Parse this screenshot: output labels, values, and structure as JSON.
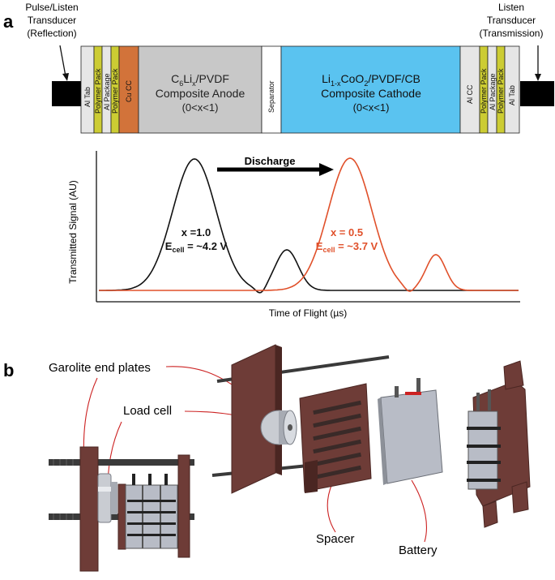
{
  "panel_a": {
    "letter": "a",
    "left_transducer": [
      "Pulse/Listen",
      "Transducer",
      "(Reflection)"
    ],
    "right_transducer": [
      "Listen",
      "Transducer",
      "(Transmission)"
    ],
    "left_layers": [
      "Al Tab",
      "Polymer Pack",
      "Al Package",
      "Polymer Pack",
      "Cu CC"
    ],
    "anode": {
      "line1_main": "C",
      "line1_sub1": "6",
      "line1_mid": "Li",
      "line1_sub2": "x",
      "line1_end": "/PVDF",
      "line2": "Composite Anode",
      "line3": "(0<x<1)"
    },
    "separator": "Separator",
    "cathode": {
      "line1_main": "Li",
      "line1_sub1": "1-x",
      "line1_mid": "CoO",
      "line1_sub2": "2",
      "line1_end": "/PVDF/CB",
      "line2": "Composite Cathode",
      "line3": "(0<x<1)"
    },
    "right_layers": [
      "Al CC",
      "Polymer Pack",
      "Al Package",
      "Polymer Pack",
      "Al Tab"
    ],
    "colors": {
      "gray": "#e6e6e6",
      "yellow": "#cccc33",
      "copper": "#d2733a",
      "anode": "#c8c8c8",
      "cathode": "#5ac3f0",
      "black_curve": "#111111",
      "red_curve": "#e0502a"
    }
  },
  "chart_data": {
    "type": "line",
    "xlabel": "Time of Flight (µs)",
    "ylabel": "Transmitted Signal (AU)",
    "arrow_label": "Discharge",
    "series": [
      {
        "color": "#111111",
        "annotation": {
          "x_line": "x =1.0",
          "e_main": "E",
          "e_sub": "cell",
          "e_end": " = ~4.2 V"
        }
      },
      {
        "color": "#e0502a",
        "annotation": {
          "x_line": "x = 0.5",
          "e_main": "E",
          "e_sub": "cell",
          "e_end": " = ~3.7 V"
        }
      }
    ]
  },
  "panel_b": {
    "letter": "b",
    "labels": {
      "end_plates": "Garolite end plates",
      "load_cell": "Load cell",
      "spacer": "Spacer",
      "battery": "Battery"
    },
    "colors": {
      "plate": "#6e3c37",
      "plate_dark": "#4a2622",
      "rod": "#3a3a3a",
      "cell": "#b8bcc6",
      "leader": "#cc2222"
    }
  }
}
